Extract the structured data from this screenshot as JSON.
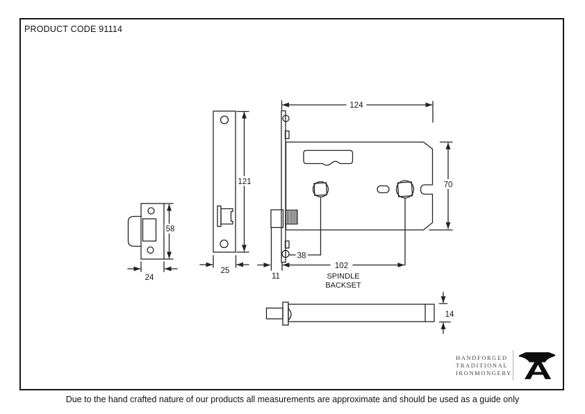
{
  "colors": {
    "ink": "#1f1f1f",
    "divider": "#b2b2b2",
    "logo": "#0d0d0d"
  },
  "header": {
    "product_code": "PRODUCT CODE 91114"
  },
  "drawing": {
    "dims": {
      "keep_width": "24",
      "keep_height": "58",
      "faceplate_height": "121",
      "faceplate_width": "25",
      "case_depth": "124",
      "case_height": "70",
      "latch_projection": "11",
      "follower_centre": "38",
      "spindle_backset": "102",
      "case_thickness": "14"
    },
    "labels": {
      "spindle": "SPINDLE",
      "backset": "BACKSET"
    }
  },
  "branding": {
    "lines": [
      "HANDFORGED",
      "TRADITIONAL",
      "IRONMONGERY"
    ]
  },
  "footer": {
    "disclaimer": "Due to the hand crafted nature of our products all measurements are approximate and should be used as a guide only"
  }
}
